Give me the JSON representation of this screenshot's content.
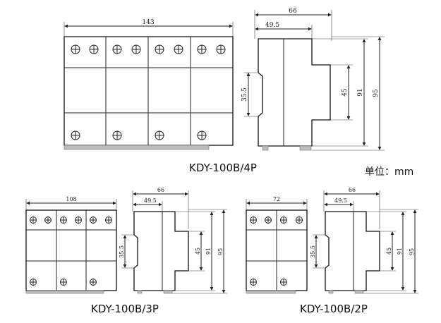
{
  "unit_label": "单位：mm",
  "views": [
    {
      "caption": "KDY-100B/4P",
      "poles": 4,
      "front_width": "143",
      "side_width": "66",
      "side_mid": "49.5",
      "height_inner": "45",
      "height_mid": "91",
      "height_total": "95",
      "rail": "35.5"
    },
    {
      "caption": "KDY-100B/3P",
      "poles": 3,
      "front_width": "108",
      "side_width": "66",
      "side_mid": "49.5",
      "height_inner": "45",
      "height_mid": "91",
      "height_total": "95",
      "rail": "35.5"
    },
    {
      "caption": "KDY-100B/2P",
      "poles": 2,
      "front_width": "72",
      "side_width": "66",
      "side_mid": "49.5",
      "height_inner": "45",
      "height_mid": "91",
      "height_total": "95",
      "rail": "35.5"
    }
  ]
}
